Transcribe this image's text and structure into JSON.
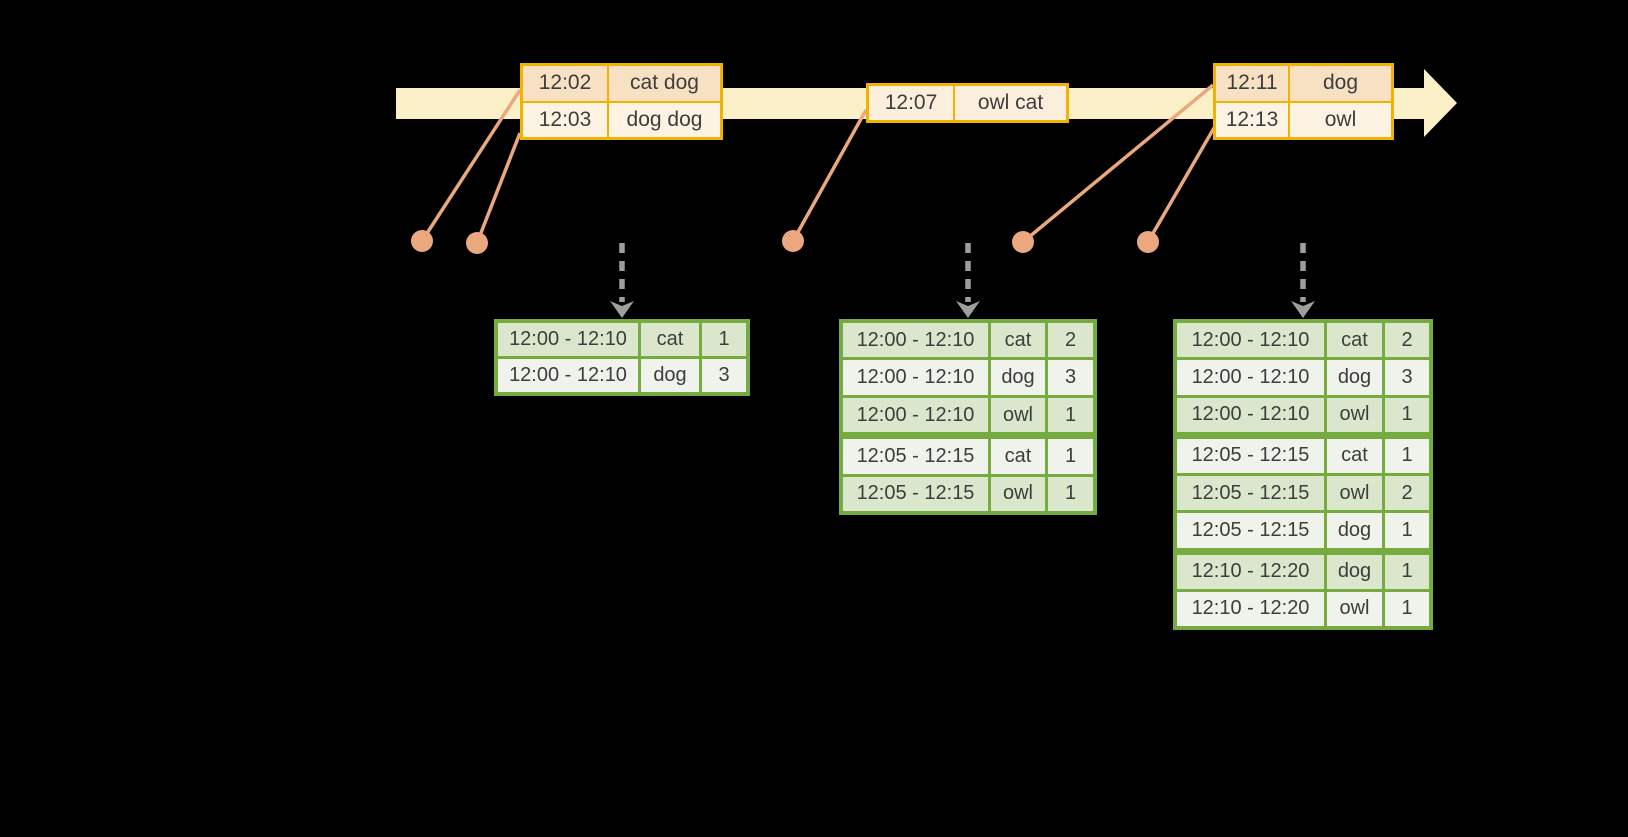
{
  "colors": {
    "background": "#000000",
    "timeline_fill": "#FBF0C7",
    "event_table_border": "#F0B400",
    "event_row_dark": "#F8E1C3",
    "event_row_light": "#FDF3E3",
    "event_row_mid": "#FCEEDC",
    "connector": "#EBA87E",
    "trigger_arrow": "#9E9E9E",
    "result_table_border": "#76AC3F",
    "result_row_dark": "#DBE7CD",
    "result_row_light": "#EFF3EB",
    "text": "#3D3D3D"
  },
  "icons": {
    "timeline_arrowhead": "right-arrowhead",
    "event_marker": "filled-circle",
    "trigger_arrow": "dashed-down-arrow"
  },
  "event_tables": [
    {
      "rows": [
        {
          "time": "12:02",
          "words": "cat dog"
        },
        {
          "time": "12:03",
          "words": "dog dog"
        }
      ]
    },
    {
      "rows": [
        {
          "time": "12:07",
          "words": "owl cat"
        }
      ]
    },
    {
      "rows": [
        {
          "time": "12:11",
          "words": "dog"
        },
        {
          "time": "12:13",
          "words": "owl"
        }
      ]
    }
  ],
  "result_tables": [
    {
      "rows": [
        {
          "window": "12:00 - 12:10",
          "word": "cat",
          "count": "1"
        },
        {
          "window": "12:00 - 12:10",
          "word": "dog",
          "count": "3"
        }
      ]
    },
    {
      "rows": [
        {
          "window": "12:00 - 12:10",
          "word": "cat",
          "count": "2"
        },
        {
          "window": "12:00 - 12:10",
          "word": "dog",
          "count": "3"
        },
        {
          "window": "12:00 - 12:10",
          "word": "owl",
          "count": "1"
        },
        {
          "window": "12:05 - 12:15",
          "word": "cat",
          "count": "1"
        },
        {
          "window": "12:05 - 12:15",
          "word": "owl",
          "count": "1"
        }
      ]
    },
    {
      "rows": [
        {
          "window": "12:00 - 12:10",
          "word": "cat",
          "count": "2"
        },
        {
          "window": "12:00 - 12:10",
          "word": "dog",
          "count": "3"
        },
        {
          "window": "12:00 - 12:10",
          "word": "owl",
          "count": "1"
        },
        {
          "window": "12:05 - 12:15",
          "word": "cat",
          "count": "1"
        },
        {
          "window": "12:05 - 12:15",
          "word": "owl",
          "count": "2"
        },
        {
          "window": "12:05 - 12:15",
          "word": "dog",
          "count": "1"
        },
        {
          "window": "12:10 - 12:20",
          "word": "dog",
          "count": "1"
        },
        {
          "window": "12:10 - 12:20",
          "word": "owl",
          "count": "1"
        }
      ]
    }
  ]
}
